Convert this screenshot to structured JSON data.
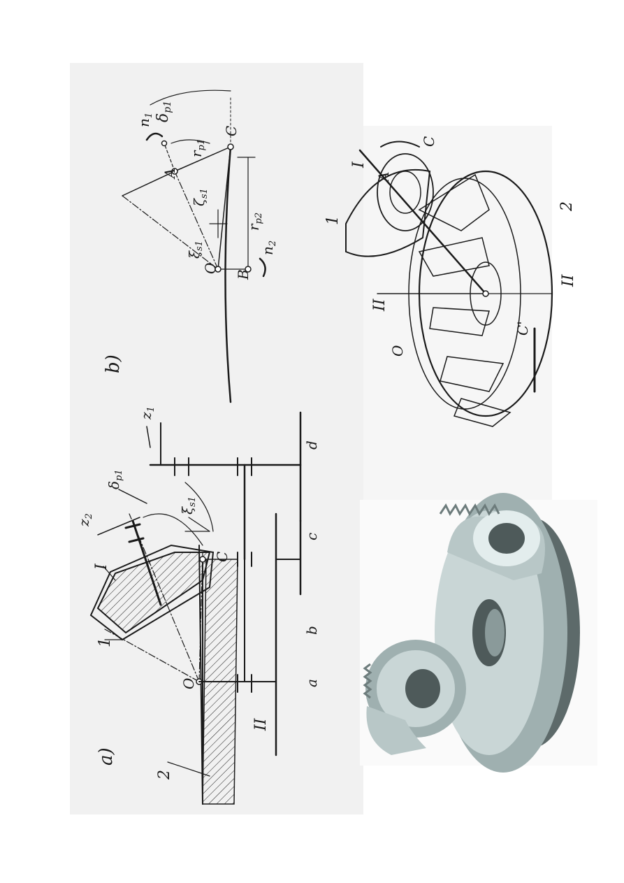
{
  "panel_a": {
    "tag": "a)",
    "labels": {
      "gear1": "1",
      "gear2": "2",
      "axis1": "I",
      "axis2": "II",
      "point_o": "O",
      "point_c": "C",
      "z1": "z",
      "z1_sub": "1",
      "z2": "z",
      "z2_sub": "2",
      "delta": "δ",
      "delta_sub": "p1",
      "xi": "ξ",
      "xi_sub": "s1",
      "bearing_a": "a",
      "bearing_b": "b",
      "bearing_c": "c",
      "bearing_d": "d"
    }
  },
  "panel_b": {
    "tag": "b)",
    "labels": {
      "point_o": "O",
      "point_b": "B",
      "point_a": "A",
      "point_c": "C",
      "n1": "n",
      "n1_sub": "1",
      "n2": "n",
      "n2_sub": "2",
      "delta": "δ",
      "delta_sub": "p1",
      "rp1": "r",
      "rp1_sub": "p1",
      "rp2": "r",
      "rp2_sub": "p2",
      "zeta": "ζ",
      "zeta_sub": "s1",
      "xi": "ξ",
      "xi_sub": "s1"
    }
  },
  "panel_c": {
    "labels": {
      "gear1": "1",
      "gear2": "2",
      "axis1": "I",
      "axis2_top": "II",
      "axis2_bottom": "II",
      "point_a": "A",
      "point_o": "O",
      "point_c": "C",
      "point_c_prime": "C'"
    }
  },
  "colors": {
    "ink": "#1a1a1a",
    "gear_face": "#c9d6d6",
    "gear_light": "#e3eded",
    "gear_dark": "#5d6a6a",
    "gear_mid": "#9fb0b0"
  }
}
